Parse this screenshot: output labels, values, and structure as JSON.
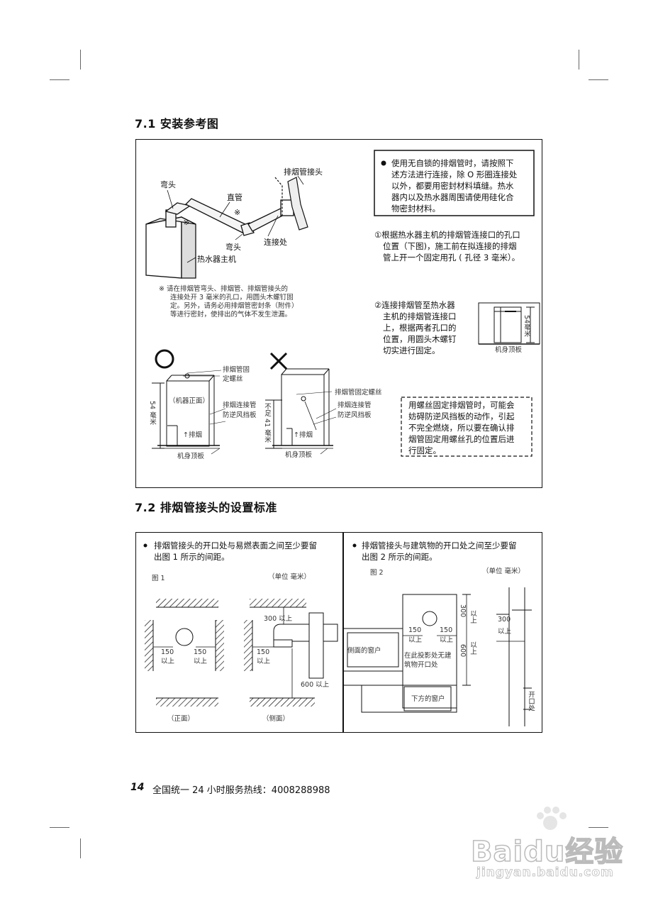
{
  "s71": {
    "title": "7.1  安装参考图",
    "labels": {
      "elbow_top": "弯头",
      "straight_pipe": "直管",
      "flue_connector": "排烟管接头",
      "elbow_bottom": "弯头",
      "joint": "连接处",
      "heater_main": "热水器主机",
      "mark": "※"
    },
    "asterisk_note": [
      "※  请在排烟管弯头、排烟管、排烟管接头的",
      "连接处开 3 毫米的孔口，用圆头木螺钉固",
      "定。另外，请务必用排烟管密封条（附件）",
      "等进行密封，使排出的气体不发生泄漏。"
    ],
    "notice_box": [
      "使用无自锁的排烟管时，请按照下",
      "述方法进行连接，除 O 形圈连接处",
      "以外，都要用密封材料填缝。热水",
      "器内以及热水器周围请使用硅化合",
      "物密封材料。"
    ],
    "step1": [
      "①根据热水器主机的排烟管连接口的孔口",
      "位置（下图)，施工前在拟连接的排烟",
      "管上开一个固定用孔 ( 孔径 3 毫米）。"
    ],
    "step2": [
      "②连接排烟管至热水器",
      "主机的排烟管连接口",
      "上，根据两者孔口的",
      "位置，用圆头木螺钉",
      "切实进行固定。"
    ],
    "small_fig": {
      "dim": "54毫米",
      "base": "机身顶板"
    },
    "good_mark": "○",
    "bad_mark": "✕",
    "good_fig": {
      "screw": [
        "排烟管固",
        "定螺丝"
      ],
      "front": "（机器正面）",
      "dim": "54 毫米",
      "conn": "排烟连接管",
      "baffle": "防逆风挡板",
      "exhaust": "↑排烟",
      "base": "机身顶板"
    },
    "bad_fig": {
      "screw": "排烟管固定螺丝",
      "dim": "不足 41 毫米",
      "conn": "排烟连接管",
      "baffle": "防逆风挡板",
      "exhaust": "↑排烟",
      "base": "机身顶板"
    },
    "warn_box": [
      "用螺丝固定排烟管时，可能会",
      "妨碍防逆风挡板的动作，引起",
      "不完全燃烧，所以要在确认排",
      "烟管固定用螺丝孔的位置后进",
      "行固定。"
    ]
  },
  "s72": {
    "title": "7.2  排烟管接头的设置标准",
    "left": {
      "bullet": [
        "排烟管接头的开口处与易燃表面之间至少要留",
        "出图 1 所示的间距。"
      ],
      "fig": "图 1",
      "unit": "（单位    毫米）",
      "front": "（正面）",
      "side": "（侧面）",
      "d150": "150",
      "above": "以上",
      "d300": "300 以上",
      "d600": "600 以上"
    },
    "right": {
      "bullet": [
        "排烟管接头与建筑物的开口处之间至少要留",
        "出图 2 所示的间距。"
      ],
      "fig": "图 2",
      "unit": "（单位    毫米）",
      "side_window": "侧面的窗户",
      "no_opening": [
        "在此投影处无建",
        "筑物开口处"
      ],
      "below_window": "下方的窗户",
      "d150": "150",
      "above": "以上",
      "d300": "300",
      "d600": "600",
      "opening": "开口处"
    }
  },
  "footer": {
    "page_no": "14",
    "hotline": "全国统一 24 小时服务热线：4008288988"
  },
  "watermark": {
    "brand": "Baidu经验",
    "url": "jingyan.baidu.com"
  }
}
